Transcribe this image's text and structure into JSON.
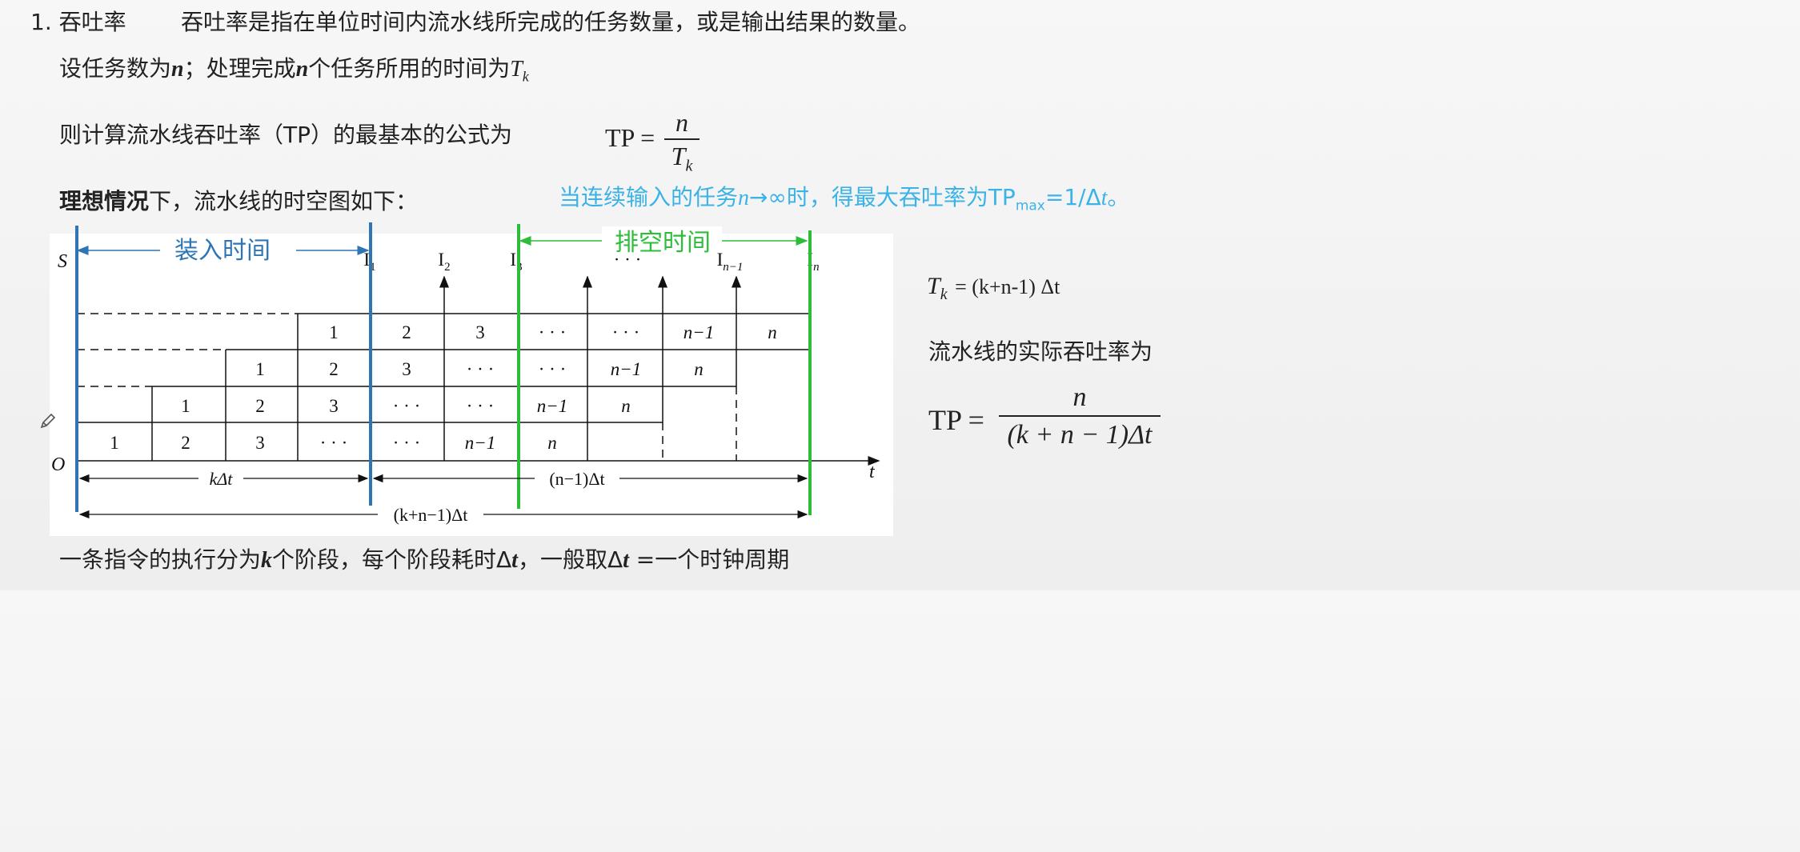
{
  "section": {
    "number": "1.",
    "title": "吞吐率",
    "definition": "吞吐率是指在单位时间内流水线所完成的任务数量，或是输出结果的数量。"
  },
  "setup": {
    "prefix": "设任务数为",
    "n": "n",
    "middle": "；处理完成",
    "n2": "n",
    "suffix": "个任务所用的时间为",
    "T": "T",
    "k": "k"
  },
  "basic_formula": {
    "text": "则计算流水线吞吐率（TP）的最基本的公式为",
    "lhs": "TP =",
    "numerator": "n",
    "den_T": "T",
    "den_k": "k"
  },
  "ideal": {
    "bold": "理想情况",
    "rest": "下，流水线的时空图如下："
  },
  "max_note": {
    "part1": "当连续输入的任务",
    "n": "n",
    "arrow": "→∞",
    "part2": "时，得最大吞吐率为TP",
    "sub": "max",
    "part3": "=1/Δ",
    "t": "t",
    "end": "。"
  },
  "diagram": {
    "load_label": "装入时间",
    "drain_label": "排空时间",
    "S": "S",
    "O": "O",
    "t_axis": "t",
    "outputs": [
      "I",
      "I",
      "I",
      "· · ·",
      "I",
      "I"
    ],
    "output_subs": [
      "1",
      "2",
      "3",
      "",
      "n−1",
      "n"
    ],
    "rows": [
      [
        "1",
        "2",
        "3",
        "· · ·",
        "· · ·",
        "n−1",
        "n"
      ],
      [
        "1",
        "2",
        "3",
        "· · ·",
        "· · ·",
        "n−1",
        "n"
      ],
      [
        "1",
        "2",
        "3",
        "· · ·",
        "· · ·",
        "n−1",
        "n"
      ],
      [
        "1",
        "2",
        "3",
        "· · ·",
        "· · ·",
        "n−1",
        "n"
      ]
    ],
    "dim_load": "kΔt",
    "dim_drain": "(n−1)Δt",
    "dim_total": "(k+n−1)Δt"
  },
  "right": {
    "tk_T": "T",
    "tk_k": "k",
    "tk_rhs": "= (k+n-1) Δt",
    "actual_label": "流水线的实际吞吐率为",
    "tp_lhs": "TP =",
    "tp_num": "n",
    "tp_den": "(k + n − 1)Δt"
  },
  "footer": {
    "p1": "一条指令的执行分为",
    "k": "k",
    "p2": "个阶段，每个阶段耗时Δ",
    "t1": "t",
    "p3": "，一般取Δ",
    "t2": "t",
    "p4": " =一个时钟周期"
  },
  "colors": {
    "blue": "#2e75b6",
    "green": "#2dbd3a",
    "cyan": "#3bb3e6"
  },
  "icons": {
    "pen": "pencil-icon"
  }
}
